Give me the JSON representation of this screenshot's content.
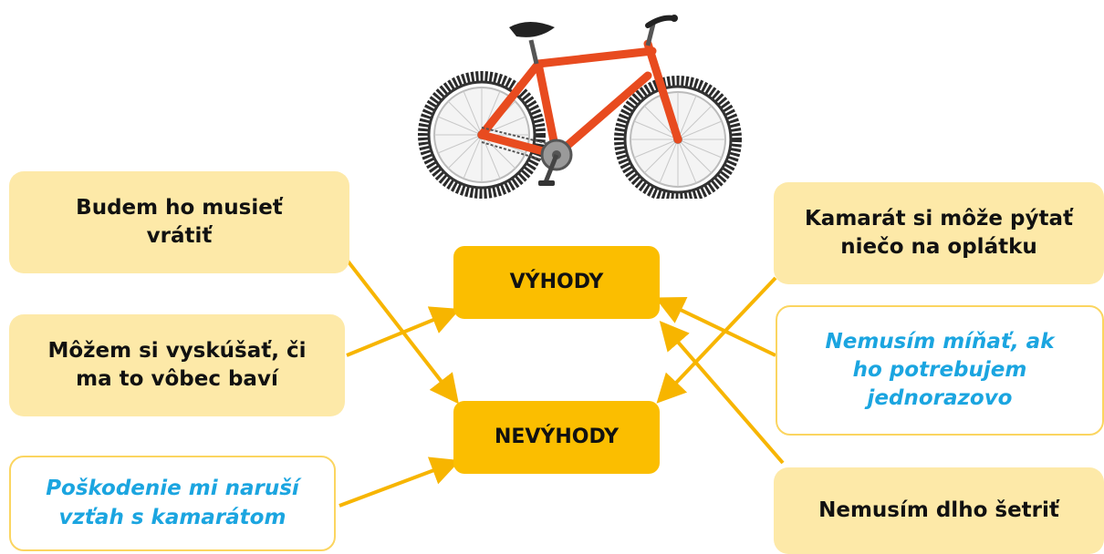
{
  "center": {
    "pros": "VÝHODY",
    "cons": "NEVÝHODY"
  },
  "left_boxes": [
    {
      "text": "Budem ho musieť vrátiť"
    },
    {
      "text": "Môžem si vyskúšať, či ma to vôbec baví"
    },
    {
      "text": "Poškodenie mi naruší vzťah s kamarátom"
    }
  ],
  "right_boxes": [
    {
      "text": "Kamarát si môže pýtať niečo na oplátku"
    },
    {
      "text": "Nemusím míňať, ak ho potrebujem jednorazovo"
    },
    {
      "text": "Nemusím dlho šetriť"
    }
  ],
  "icons": {
    "illustration": "bicycle-icon"
  },
  "colors": {
    "box_fill": "#fde9a8",
    "center_fill": "#fbbe00",
    "arrow": "#f7b500",
    "italic_text": "#1ba5e0",
    "outline": "#fbd560"
  }
}
